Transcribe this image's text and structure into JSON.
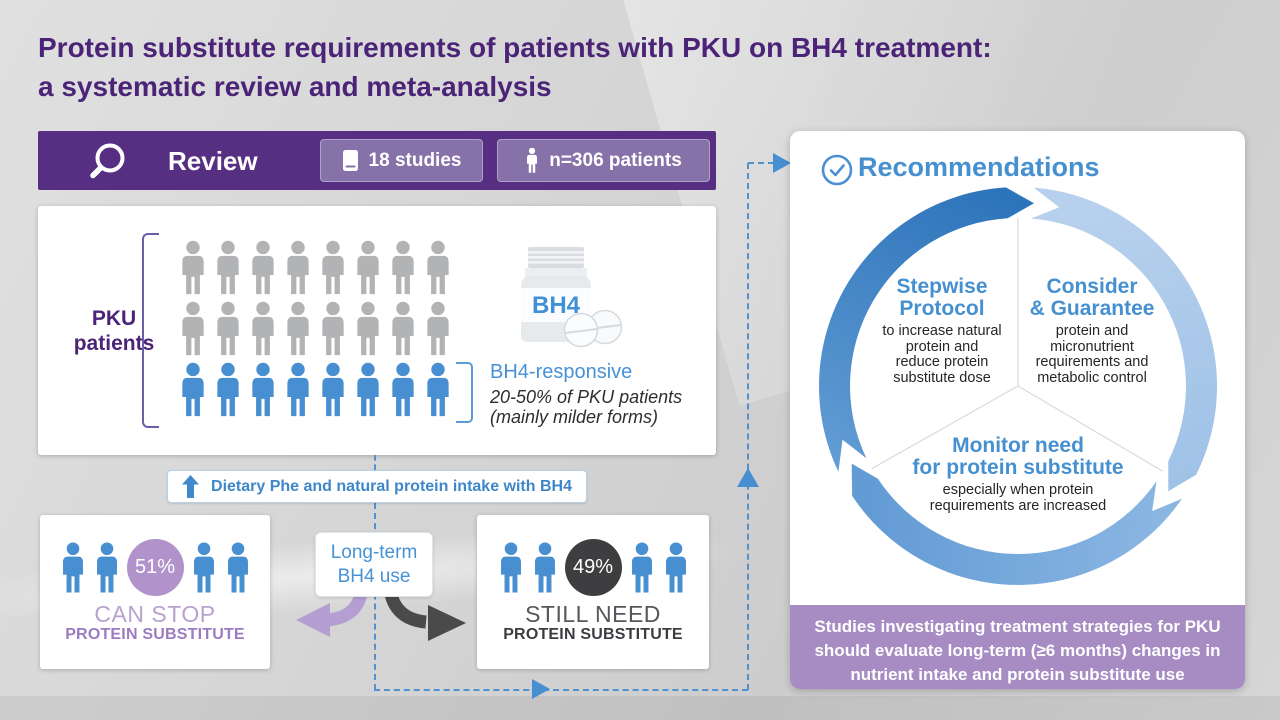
{
  "title": {
    "line1": "Protein substitute requirements of patients with PKU on BH4 treatment:",
    "line2": "a systematic review and meta-analysis"
  },
  "review": {
    "label": "Review",
    "studies_badge": "18 studies",
    "patients_badge": "n=306 patients",
    "icons": [
      "magnifier-icon",
      "book-icon",
      "person-icon"
    ]
  },
  "pku": {
    "label_line1": "PKU",
    "label_line2": "patients",
    "bottle_label": "BH4",
    "responsive_label": "BH4-responsive",
    "note_line1": "20-50% of PKU patients",
    "note_line2": "(mainly milder forms)",
    "grid": {
      "rows": [
        {
          "color": "gray",
          "count": 8
        },
        {
          "color": "gray",
          "count": 8
        },
        {
          "color": "blue",
          "count": 8
        }
      ]
    }
  },
  "banner": {
    "icon": "up-arrow-icon",
    "text": "Dietary Phe and natural protein intake with BH4"
  },
  "cards": {
    "can_stop": {
      "percent": "51%",
      "line1": "CAN STOP",
      "line2": "PROTEIN SUBSTITUTE"
    },
    "long_term": {
      "line1": "Long-term",
      "line2": "BH4 use"
    },
    "still_need": {
      "percent": "49%",
      "line1": "STILL NEED",
      "line2": "PROTEIN SUBSTITUTE"
    }
  },
  "recommendations": {
    "icon": "check-circle-icon",
    "title": "Recommendations",
    "stepwise": {
      "h1": "Stepwise",
      "h2": "Protocol",
      "b1": "to increase natural",
      "b2": "protein and",
      "b3": "reduce protein",
      "b4": "substitute dose"
    },
    "consider": {
      "h1": "Consider",
      "h2": "& Guarantee",
      "b1": "protein and",
      "b2": "micronutrient",
      "b3": "requirements and",
      "b4": "metabolic control"
    },
    "monitor": {
      "h1": "Monitor need",
      "h2": "for protein substitute",
      "b1": "especially when protein",
      "b2": "requirements are increased"
    },
    "note_line1": "Studies investigating treatment strategies for PKU",
    "note_line2": "should evaluate long-term (≥6 months) changes in",
    "note_line3": "nutrient intake and protein substitute use"
  },
  "colors": {
    "title_purple": "#4b2478",
    "bar_purple": "#572f82",
    "badge_purple": "#8671a9",
    "blue": "#4690d2",
    "banner_blue_text": "#3d87c9",
    "person_gray": "#b2b3b5",
    "person_blue": "#478fd1",
    "circle_purple": "#b292cb",
    "circle_dark": "#3e3e41",
    "can_stop_light": "#b7a2ce",
    "can_stop_bold": "#9c7bc0",
    "still_need_light": "#55575c",
    "still_need_bold": "#3b3d41",
    "note_purple": "#a68cc2",
    "dashed_blue": "#5091d0",
    "arrow_purple": "#b59fd2",
    "arrow_dark": "#4a4a4a",
    "ring_right": [
      "#b7d0ed",
      "#99bfe5"
    ],
    "ring_bottom": [
      "#8ab6e2",
      "#639bd5"
    ],
    "ring_left": [
      "#6ea5da",
      "#2a72b9"
    ]
  }
}
